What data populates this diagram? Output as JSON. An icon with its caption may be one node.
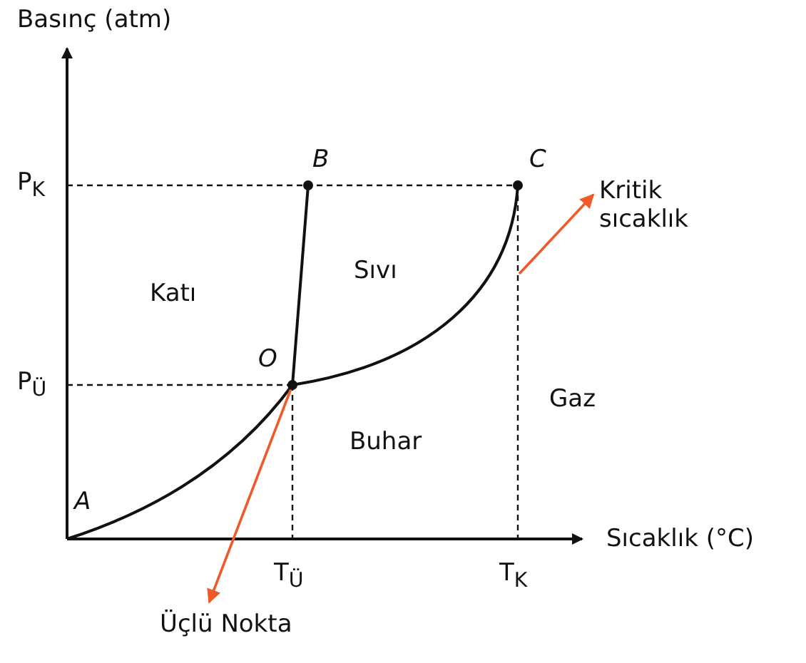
{
  "diagram": {
    "nodes": [
      {
        "text": [
          "Kritik sıcaklık"
        ]
      },
      {
        "text": [],
        "shape": "circle"
      },
      {
        "text": [
          "Üçlü Nokta"
        ]
      },
      {
        "text": [],
        "shape": "line"
      }
    ],
    "edges": [
      {
        "from": 3,
        "to": 0,
        "arrow": "to"
      },
      {
        "from": 1,
        "to": 2,
        "arrow": "to"
      }
    ],
    "labels": [
      "Basınç (atm)",
      "B",
      "C",
      "P$_{K}$",
      "Katı",
      "Sıvı",
      "O",
      "P$_{Ü}$",
      "Gaz",
      "Buhar",
      "A",
      "Sıcaklık (°C)",
      "T$_{Ü}$",
      "T$_{K}$"
    ]
  }
}
